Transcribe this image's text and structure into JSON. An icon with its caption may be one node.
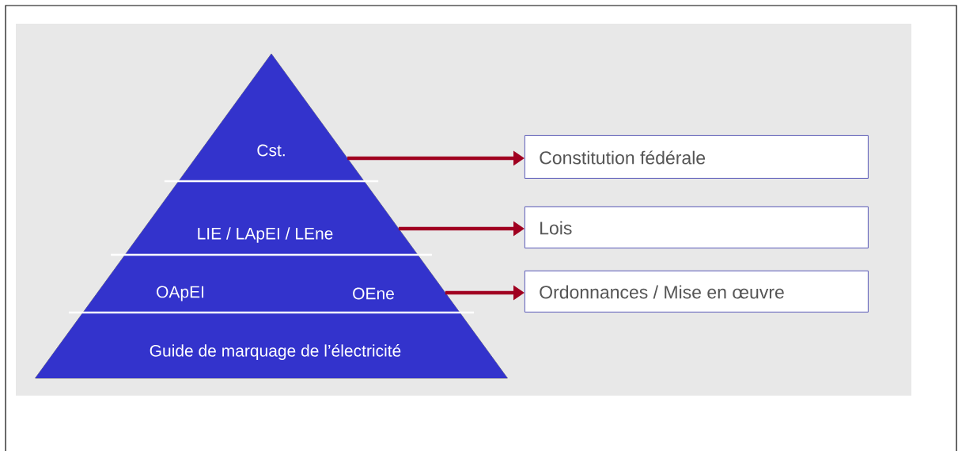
{
  "diagram": {
    "nodes": [
      {
        "text": [
          "Cst."
        ]
      },
      {
        "text": [
          "LIE / LApEI / LEne"
        ]
      },
      {
        "text": [
          "OApEI",
          "OEne"
        ]
      },
      {
        "text": [
          "Guide de marquage de l’électricité"
        ]
      },
      {
        "text": [
          "Constitution fédérale"
        ]
      },
      {
        "text": [
          "Lois"
        ]
      },
      {
        "text": [
          "Ordonnances / Mise en œuvre"
        ]
      }
    ],
    "edges": [
      {
        "from": 0,
        "to": 4,
        "arrow": "to"
      },
      {
        "from": 1,
        "to": 5,
        "arrow": "to"
      },
      {
        "from": 2,
        "to": 6,
        "arrow": "to"
      }
    ]
  }
}
